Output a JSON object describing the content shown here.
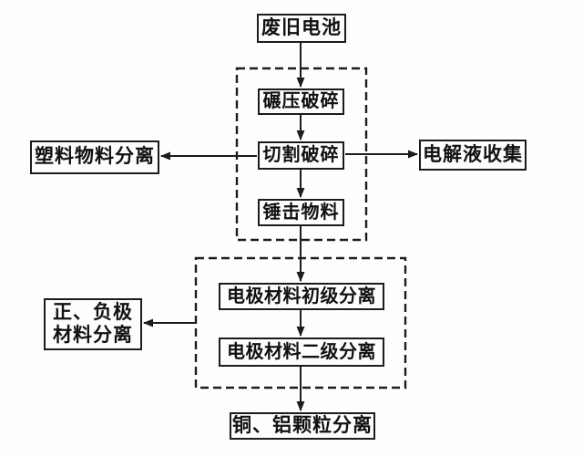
{
  "diagram": {
    "bg_color": "#fefefe",
    "line_color": "#1c1c1c",
    "box_fill": "#fdfdfd",
    "nodes": {
      "waste_battery": "废旧电池",
      "roll_crush": "碾压破碎",
      "cut_crush": "切割破碎",
      "hammer_material": "锤击物料",
      "plastic_separation": "塑料物料分离",
      "electrolyte_collection": "电解液收集",
      "electrode_primary_separation": "电极材料初级分离",
      "electrode_secondary_separation": "电极材料二级分离",
      "pos_neg_separation_line1": "正、负极",
      "pos_neg_separation_line2": "材料分离",
      "cu_al_separation": "铜、铝颗粒分离"
    },
    "edges": [
      {
        "from": "waste_battery",
        "to": "roll_crush"
      },
      {
        "from": "roll_crush",
        "to": "cut_crush"
      },
      {
        "from": "cut_crush",
        "to": "hammer_material"
      },
      {
        "from": "cut_crush",
        "to": "plastic_separation"
      },
      {
        "from": "cut_crush",
        "to": "electrolyte_collection"
      },
      {
        "from": "hammer_material",
        "to": "electrode_primary_separation"
      },
      {
        "from": "electrode_primary_separation",
        "to": "electrode_secondary_separation"
      },
      {
        "from": "crushing_stage_group",
        "to": "pos_neg_separation"
      },
      {
        "from": "electrode_secondary_separation",
        "to": "cu_al_separation"
      }
    ],
    "groups": [
      {
        "id": "crushing-stage",
        "contains": [
          "roll_crush",
          "cut_crush",
          "hammer_material"
        ]
      },
      {
        "id": "electrode-separation-stage",
        "contains": [
          "electrode_primary_separation",
          "electrode_secondary_separation"
        ]
      }
    ]
  }
}
